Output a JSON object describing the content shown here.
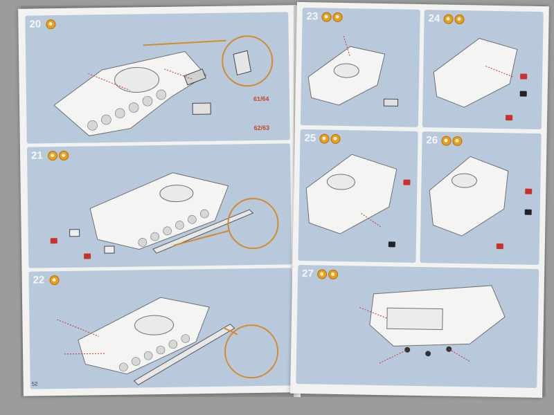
{
  "booklet": {
    "left_page": {
      "page_number": "52",
      "steps": [
        {
          "number": "20",
          "callouts": [
            "61/64",
            "62/63"
          ]
        },
        {
          "number": "21",
          "callouts": []
        },
        {
          "number": "22",
          "callouts": []
        }
      ]
    },
    "right_page": {
      "steps": [
        {
          "number": "23"
        },
        {
          "number": "24"
        },
        {
          "number": "25"
        },
        {
          "number": "26"
        },
        {
          "number": "27"
        }
      ]
    }
  },
  "colors": {
    "panel": "#b9c9dc",
    "paper": "#f2f2f0",
    "background": "#8b8e8d",
    "accent": "#e6a020",
    "leader": "#d38a2e",
    "marker": "#c8322b"
  }
}
